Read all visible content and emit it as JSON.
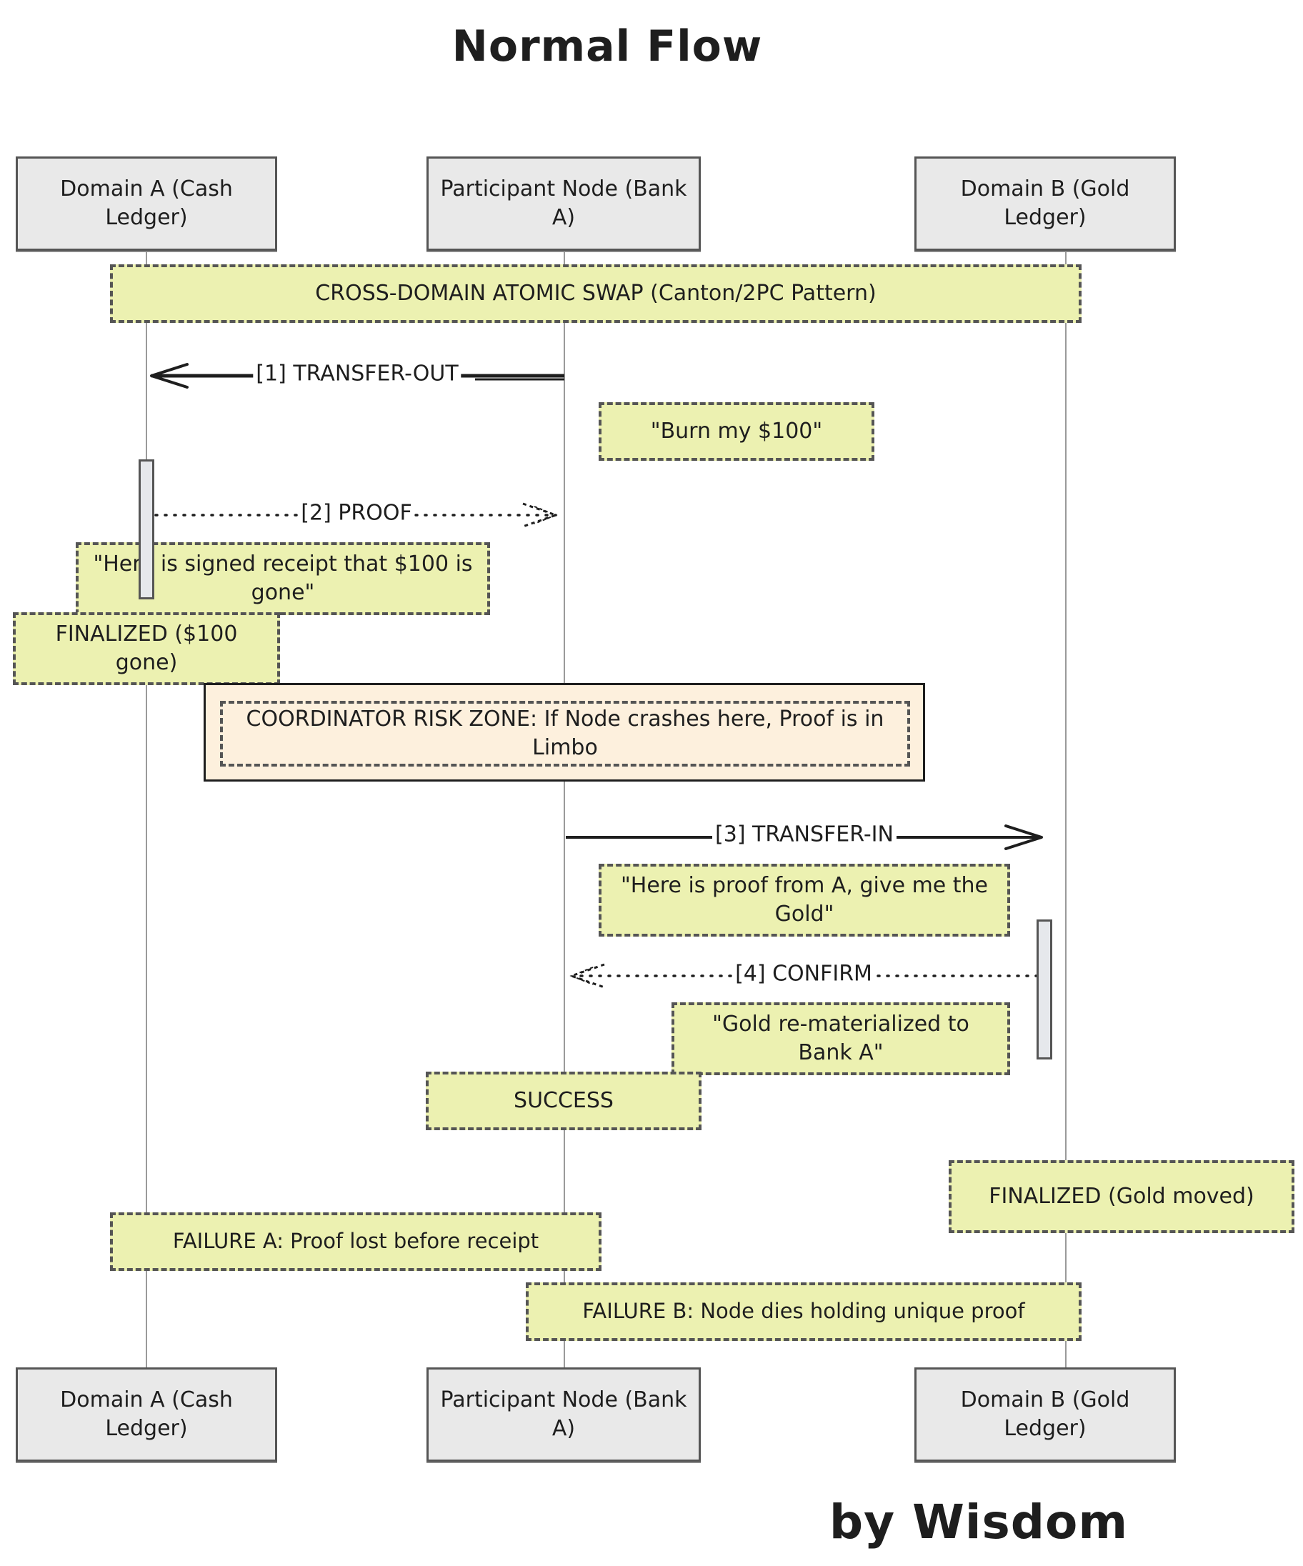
{
  "title": "Normal Flow",
  "signature": "by Wisdom",
  "participants": {
    "domain_a": "Domain A (Cash Ledger)",
    "node": "Participant Node (Bank A)",
    "domain_b": "Domain B (Gold Ledger)"
  },
  "banner": "CROSS-DOMAIN ATOMIC SWAP (Canton/2PC Pattern)",
  "messages": {
    "m1": "[1] TRANSFER-OUT",
    "m2": "[2] PROOF",
    "m3": "[3] TRANSFER-IN",
    "m4": "[4] CONFIRM"
  },
  "notes": {
    "burn": "\"Burn my $100\"",
    "receipt": "\"Here is signed receipt that $100 is gone\"",
    "finalized_a": "FINALIZED ($100 gone)",
    "risk_zone": "COORDINATOR RISK ZONE: If Node crashes here, Proof is in Limbo",
    "proof_from_a": "\"Here is proof from A, give me the Gold\"",
    "gold_rematerialized": "\"Gold re-materialized to Bank A\"",
    "success": "SUCCESS",
    "finalized_b": "FINALIZED (Gold moved)",
    "failure_a": "FAILURE A: Proof lost before receipt",
    "failure_b": "FAILURE B: Node dies holding unique proof"
  },
  "colors": {
    "note_fill": "#ecf1b1",
    "risk_fill": "#fdf0dd",
    "actor_fill": "#e9e9e9",
    "stroke": "#1e1e1e"
  }
}
